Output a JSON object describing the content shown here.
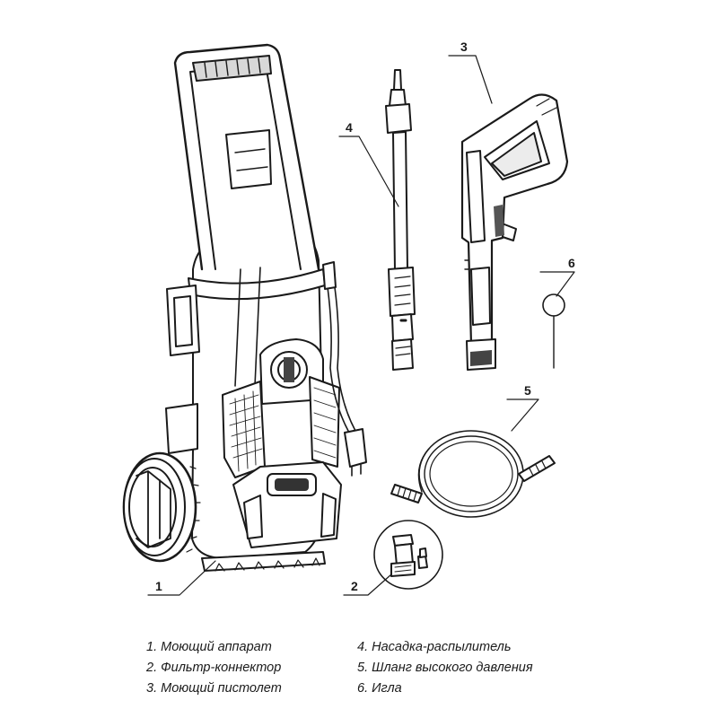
{
  "callouts": [
    "1",
    "2",
    "3",
    "4",
    "5",
    "6"
  ],
  "legend": {
    "left": [
      "1. Моющий аппарат",
      "2. Фильтр-коннектор",
      "3. Моющий пистолет"
    ],
    "right": [
      "4. Насадка-распылитель",
      "5. Шланг высокого давления",
      "6. Игла"
    ]
  },
  "colors": {
    "line": "#1a1a1a",
    "fill": "#ffffff",
    "shade": "#5a5a5a"
  }
}
